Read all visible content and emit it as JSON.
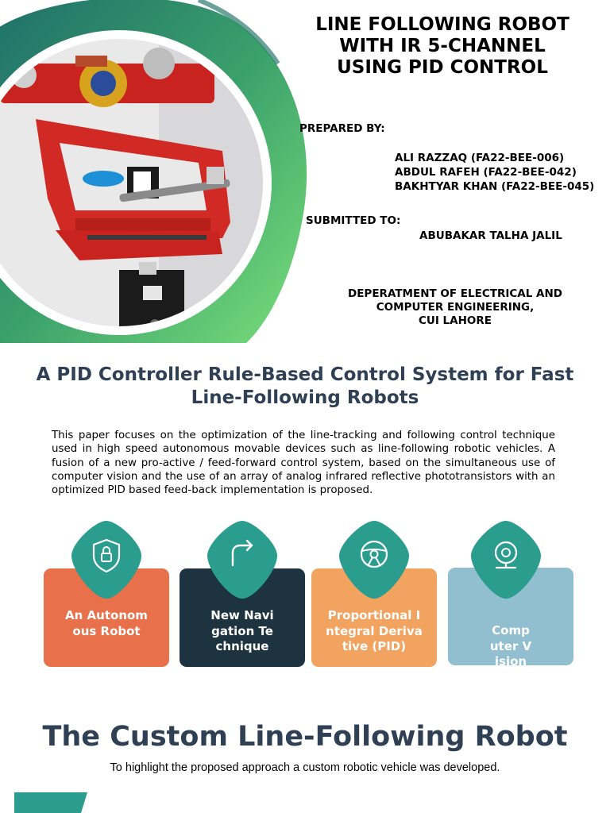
{
  "cover": {
    "title_lines": [
      "LINE FOLLOWING ROBOT",
      "WITH IR 5-CHANNEL",
      "USING PID CONTROL"
    ],
    "prepared_label": "PREPARED BY:",
    "authors": [
      "ALI RAZZAQ (FA22-BEE-006)",
      "ABDUL RAFEH (FA22-BEE-042)",
      "BAKHTYAR KHAN (FA22-BEE-045)"
    ],
    "submitted_label": "SUBMITTED TO:",
    "supervisor": "ABUBAKAR TALHA JALIL",
    "department_lines": [
      "DEPERATMENT OF ELECTRICAL AND",
      "COMPUTER ENGINEERING,",
      "CUI LAHORE"
    ]
  },
  "abstract": {
    "title_lines": [
      "A PID Controller Rule-Based Control System for Fast",
      "Line-Following Robots"
    ],
    "body": "This paper focuses on the optimization of the line-tracking and following control technique used in high speed autonomous  movable  devices such as line-following robotic vehicles. A fusion of a new pro-active / feed-forward control system, based on the simultaneous use of computer vision and the use of an array of analog infrared reflective phototransistors with an optimized PID based feed-back implementation is proposed."
  },
  "cards": [
    {
      "label": "An Autonomous Robot",
      "color": "#e8704b",
      "icon": "shield-lock-icon"
    },
    {
      "label": "New Navigation Technique",
      "color": "#1d3440",
      "icon": "turn-right-arrow-icon"
    },
    {
      "label": "Proportional Integral Derivative (PID)",
      "color": "#f2a35f",
      "icon": "steering-wheel-icon"
    },
    {
      "label": "Computer Vision",
      "color": "#92bfd0",
      "icon": "webcam-icon"
    }
  ],
  "badge_color": "#2a9d8f",
  "section": {
    "heading": "The Custom Line-Following Robot",
    "subtitle": "To highlight the proposed approach a custom robotic vehicle was developed."
  }
}
